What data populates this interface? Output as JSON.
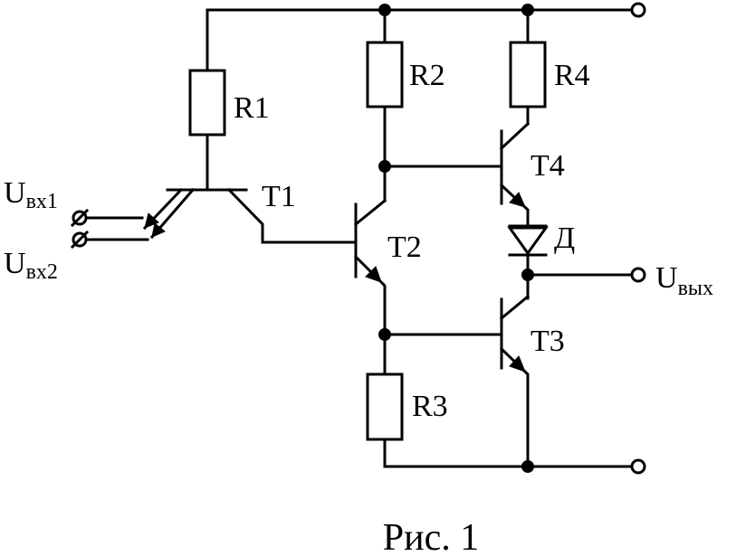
{
  "figure": {
    "caption": "Рис. 1",
    "labels": {
      "r1": "R1",
      "r2": "R2",
      "r3": "R3",
      "r4": "R4",
      "t1": "T1",
      "t2": "T2",
      "t3": "T3",
      "t4": "T4",
      "diode": "Д"
    },
    "inputs": [
      {
        "main": "U",
        "sub": "вх1"
      },
      {
        "main": "U",
        "sub": "вх2"
      }
    ],
    "output": {
      "main": "U",
      "sub": "вых"
    }
  }
}
